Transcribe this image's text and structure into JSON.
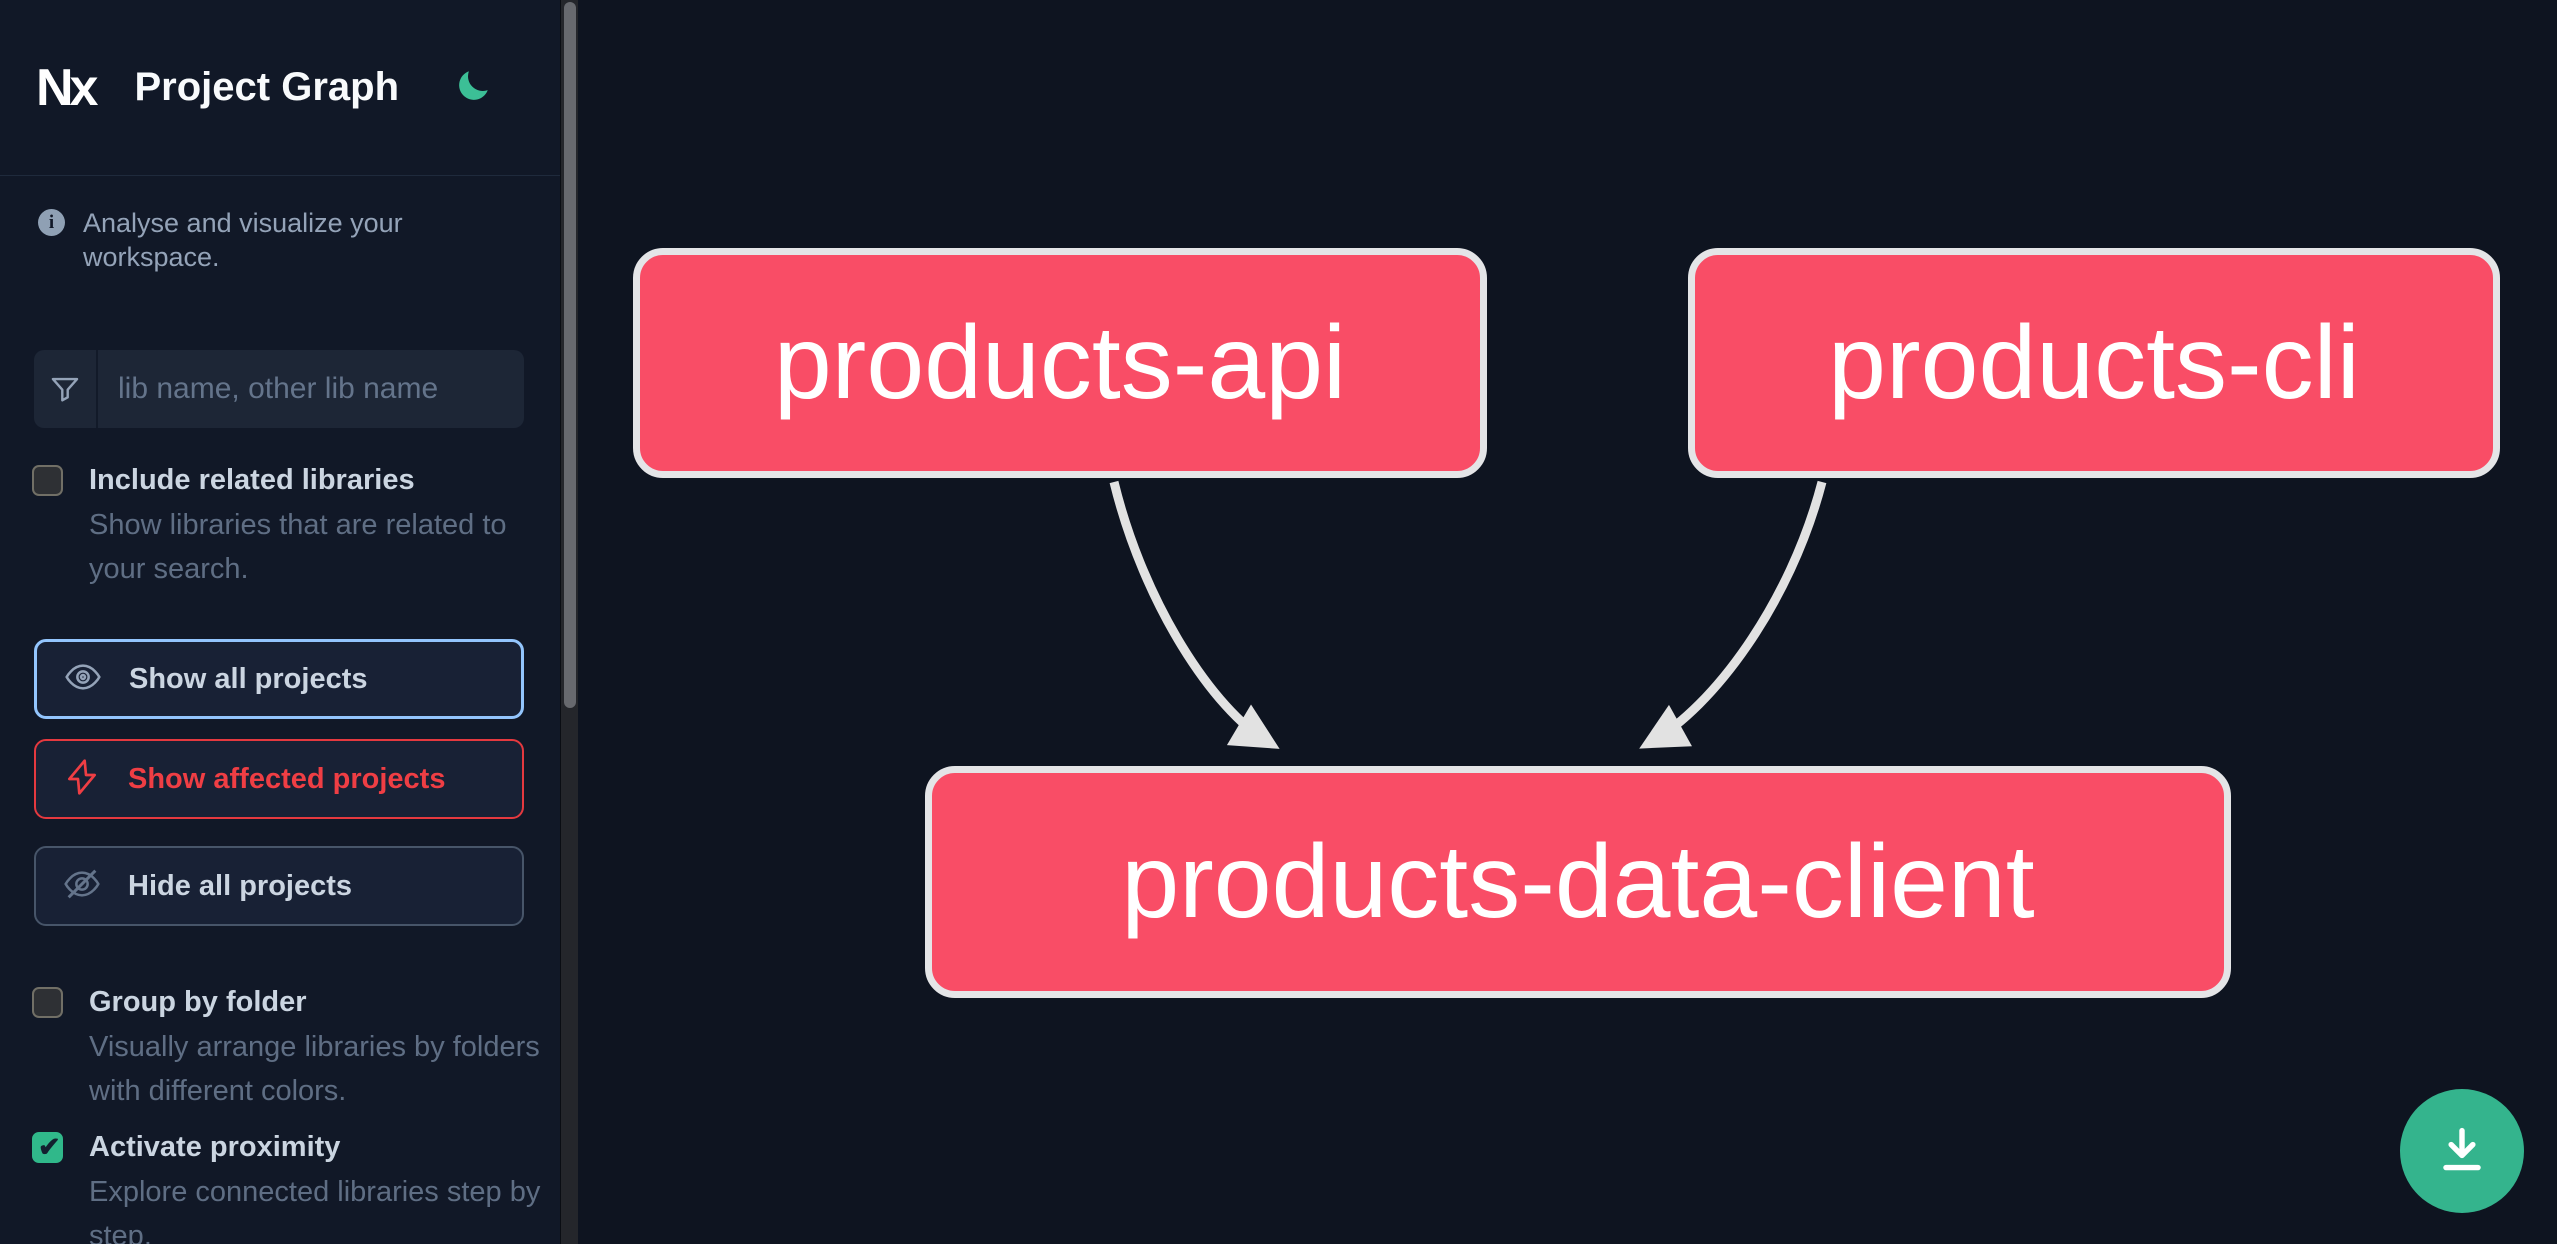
{
  "app": {
    "logo_text": "Nx",
    "title": "Project Graph",
    "theme_icon": "moon-icon"
  },
  "sidebar": {
    "tagline": "Analyse and visualize your workspace.",
    "search": {
      "placeholder": "lib name, other lib name",
      "value": "",
      "icon": "funnel-icon"
    },
    "include_related": {
      "label": "Include related libraries",
      "desc": "Show libraries that are related to your search.",
      "checked": false
    },
    "actions": {
      "show_all": {
        "label": "Show all projects",
        "icon": "eye-icon",
        "accent": "#93c5fd"
      },
      "show_affected": {
        "label": "Show affected projects",
        "icon": "lightning-icon",
        "accent": "#ef3e44"
      },
      "hide_all": {
        "label": "Hide all projects",
        "icon": "eye-slash-icon",
        "accent": "#475569"
      }
    },
    "group_by_folder": {
      "label": "Group by folder",
      "desc": "Visually arrange libraries by folders with different colors.",
      "checked": false
    },
    "proximity": {
      "label": "Activate proximity",
      "desc": "Explore connected libraries step by step.",
      "checked": true
    }
  },
  "graph": {
    "nodes": [
      {
        "id": "products-api"
      },
      {
        "id": "products-cli"
      },
      {
        "id": "products-data-client"
      }
    ],
    "edges": [
      {
        "from": "products-api",
        "to": "products-data-client"
      },
      {
        "from": "products-cli",
        "to": "products-data-client"
      }
    ],
    "node_color": "#f94d66",
    "edge_color": "#e2e2e2"
  },
  "fab": {
    "icon": "download-icon",
    "color": "#34b48d"
  },
  "colors": {
    "sidebar_bg": "#111827",
    "canvas_bg": "#0e1420",
    "accent_green": "#34b48d",
    "accent_blue": "#93c5fd",
    "accent_red": "#ef3e44",
    "node_pink": "#f94d66"
  }
}
